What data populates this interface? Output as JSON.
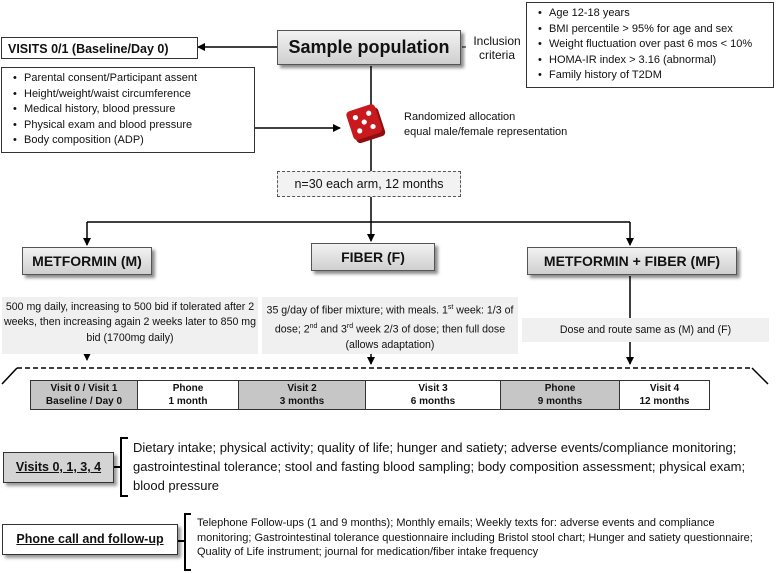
{
  "sample_population": {
    "label": "Sample population"
  },
  "inclusion": {
    "label": "Inclusion criteria",
    "criteria": [
      "Age 12-18 years",
      "BMI percentile > 95% for age and sex",
      "Weight fluctuation over past 6 mos < 10%",
      "HOMA-IR index > 3.16 (abnormal)",
      "Family history of T2DM"
    ]
  },
  "baseline": {
    "title": "VISITS 0/1 (Baseline/Day 0)",
    "items": [
      "Parental consent/Participant assent",
      "Height/weight/waist circumference",
      "Medical history, blood pressure",
      "Physical exam and blood pressure",
      "Body composition (ADP)"
    ]
  },
  "randomization": {
    "line1": "Randomized allocation",
    "line2": "equal male/female representation"
  },
  "sample_size": {
    "label": "n=30 each arm, 12 months"
  },
  "arms": {
    "metformin": {
      "label": "METFORMIN (M)",
      "description": "500 mg daily, increasing to 500 bid if tolerated after 2 weeks, then increasing again 2 weeks later to 850 mg bid (1700mg daily)"
    },
    "fiber": {
      "label": "FIBER (F)",
      "desc_part1": "35 g/day of fiber mixture; with meals. 1",
      "sup1": "st",
      "desc_part2": " week: 1/3 of  dose; 2",
      "sup2": "nd",
      "desc_part3": " and 3",
      "sup3": "rd",
      "desc_part4": " week 2/3 of dose; then full dose (allows adaptation)"
    },
    "combo": {
      "label": "METFORMIN + FIBER (MF)",
      "description": "Dose and route same as (M) and (F)"
    }
  },
  "timeline": [
    {
      "top": "Visit 0 / Visit 1",
      "bottom": "Baseline / Day 0",
      "shaded": true
    },
    {
      "top": "Phone",
      "bottom": "1 month",
      "shaded": false
    },
    {
      "top": "Visit 2",
      "bottom": "3 months",
      "shaded": true
    },
    {
      "top": "Visit 3",
      "bottom": "6 months",
      "shaded": false
    },
    {
      "top": "Phone",
      "bottom": "9 months",
      "shaded": true
    },
    {
      "top": "Visit 4",
      "bottom": "12 months",
      "shaded": false
    }
  ],
  "visits_section": {
    "label": "Visits 0, 1, 3, 4",
    "text": "Dietary intake; physical activity; quality of life; hunger and satiety; adverse events/compliance monitoring; gastrointestinal tolerance; stool and fasting blood sampling; body composition assessment; physical exam; blood pressure"
  },
  "phone_section": {
    "label": "Phone call and follow-up",
    "text": "Telephone Follow-ups (1 and 9 months); Monthly emails; Weekly texts for: adverse events and compliance monitoring; Gastrointestinal tolerance questionnaire including Bristol stool chart; Hunger and satiety questionnaire; Quality of Life instrument; journal for medication/fiber intake frequency"
  },
  "colors": {
    "dice": "#c8191e",
    "shaded_cell": "#c6c6c6",
    "description_bg": "#f0f0f0"
  },
  "icons": {
    "randomization": "dice-icon"
  }
}
